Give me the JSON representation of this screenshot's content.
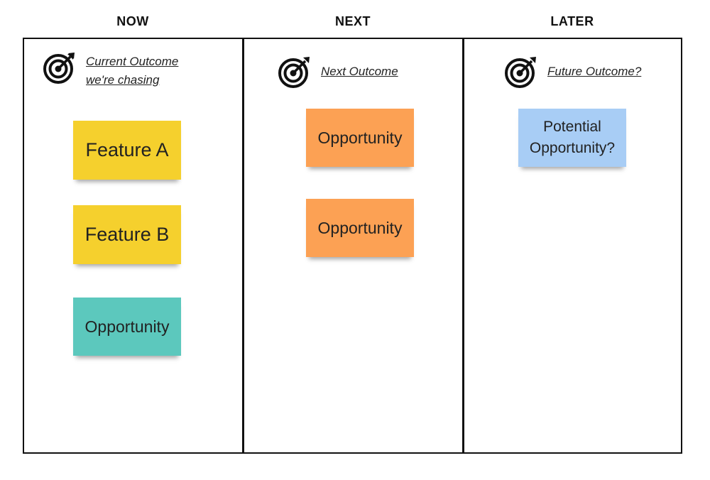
{
  "columns": [
    {
      "heading": "NOW",
      "outcome": "Current Outcome \nwe're chasing",
      "notes": [
        {
          "text": "Feature A",
          "color": "#f5d02d"
        },
        {
          "text": "Feature B",
          "color": "#f5d02d"
        },
        {
          "text": "Opportunity",
          "color": "#5cc8bd"
        }
      ]
    },
    {
      "heading": "NEXT",
      "outcome": "Next Outcome",
      "notes": [
        {
          "text": "Opportunity",
          "color": "#fca154"
        },
        {
          "text": "Opportunity",
          "color": "#fca154"
        }
      ]
    },
    {
      "heading": "LATER",
      "outcome": "Future Outcome?",
      "notes": [
        {
          "text": "Potential Opportunity?",
          "color": "#a8cdf5"
        }
      ]
    }
  ],
  "icons": {
    "outcome": "target-icon"
  }
}
